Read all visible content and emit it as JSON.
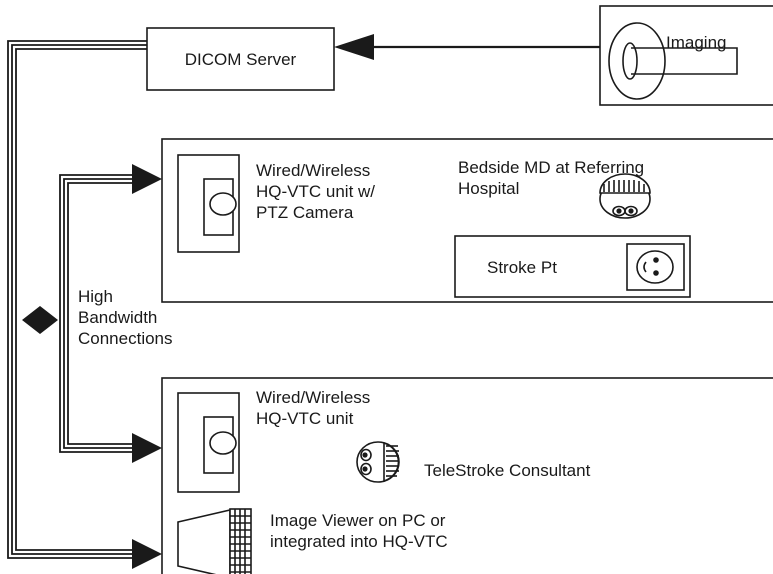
{
  "dicom_server": {
    "label": "DICOM Server"
  },
  "imaging": {
    "label": "Imaging"
  },
  "referring_site": {
    "vtc_label": [
      "Wired/Wireless",
      "HQ-VTC unit w/",
      "PTZ Camera"
    ],
    "bedside_md_label": [
      "Bedside MD at Referring",
      "Hospital"
    ],
    "stroke_patient_label": "Stroke Pt"
  },
  "connections": {
    "label": [
      "High",
      "Bandwidth",
      "Connections"
    ]
  },
  "consultant_site": {
    "vtc_label": [
      "Wired/Wireless",
      "HQ-VTC unit"
    ],
    "consultant_label": "TeleStroke Consultant",
    "image_viewer_label": [
      "Image Viewer on PC or",
      "integrated into HQ-VTC"
    ]
  }
}
